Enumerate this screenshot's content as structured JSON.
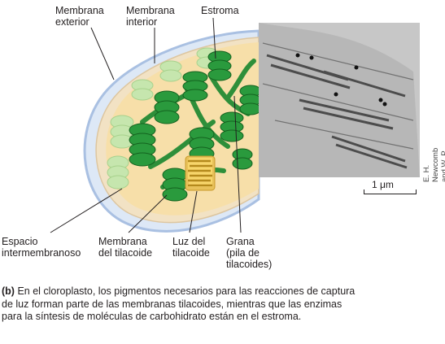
{
  "labels": {
    "membrana_exterior": "Membrana\nexterior",
    "membrana_interior": "Membrana\ninterior",
    "estroma": "Estroma",
    "espacio_intermembranoso": "Espacio\nintermembranoso",
    "membrana_tilacoide": "Membrana\ndel tilacoide",
    "luz_tilacoide": "Luz del\ntilacoide",
    "grana": "Grana\n(pila de\ntilacoides)"
  },
  "scale": {
    "text": "1 μm"
  },
  "credit": "E. H. Newcomb and W. P. Wergin,\nBiological Photo Service",
  "caption": {
    "tag": "(b)",
    "text": " En el cloroplasto, los pigmentos necesarios para las reacciones de captura de luz forman parte de las membranas tilacoides, mientras que las enzimas para la síntesis de moléculas de carbohidrato están en el estroma."
  },
  "colors": {
    "outer_membrane": "#c9d9ef",
    "stroma": "#f6dca4",
    "thylakoid_dark": "#1b7a2e",
    "thylakoid_light": "#bfe3a4",
    "lumen": "#f5c84a",
    "micrograph_bg": "#cfcfcf"
  }
}
